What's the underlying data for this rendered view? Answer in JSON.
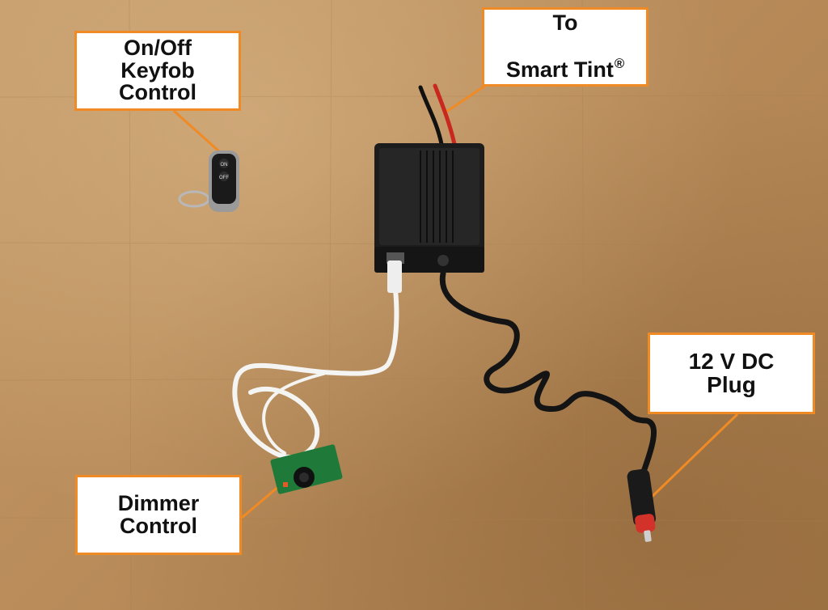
{
  "callouts": {
    "keyfob": {
      "text": "On/Off\nKeyfob\nControl"
    },
    "tint": {
      "line1": "To",
      "line2": "Smart Tint",
      "mark": "®"
    },
    "plug": {
      "text": "12 V DC\nPlug"
    },
    "dimmer": {
      "text": "Dimmer\nControl"
    }
  },
  "keyfob_buttons": {
    "top": "ON",
    "bottom": "OFF"
  },
  "colors": {
    "callout_border": "#f08a24",
    "callout_fill": "#ffffff",
    "cardboard": "#b88d5c",
    "controller_box": "#1c1c1c",
    "pcb": "#1f7a3a",
    "plug_tip": "#d3322b",
    "red_wire": "#c8281e",
    "flat_cable": "#f4f4f2"
  },
  "icons": [
    "remote-keyfob",
    "controller-box",
    "cigarette-lighter-plug",
    "dimmer-board"
  ]
}
